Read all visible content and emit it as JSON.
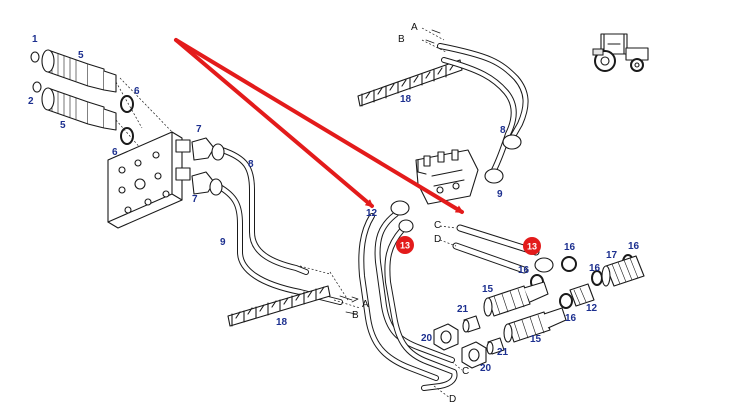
{
  "colors": {
    "callout_red": "#e31b1b",
    "label_blue": "#1c2f8f",
    "line": "#1a1a1a"
  },
  "icons": {
    "tractor": "tractor-icon"
  },
  "labels": {
    "n1": "1",
    "n2": "2",
    "n5a": "5",
    "n5b": "5",
    "n6a": "6",
    "n6b": "6",
    "n7a": "7",
    "n7b": "7",
    "n8a": "8",
    "n8b": "8",
    "n9a": "9",
    "n9b": "9",
    "n12a": "12",
    "n12b": "12",
    "n13a": "13",
    "n13b": "13",
    "n15a": "15",
    "n15b": "15",
    "n16a": "16",
    "n16b": "16",
    "n16c": "16",
    "n16d": "16",
    "n16e": "16",
    "n17": "17",
    "n18a": "18",
    "n18b": "18",
    "n20a": "20",
    "n20b": "20",
    "n21a": "21",
    "n21b": "21",
    "la1": "A",
    "lb1": "B",
    "la2": "A",
    "lb2": "B",
    "lc1": "C",
    "ld1": "D",
    "lc2": "C",
    "ld2": "D"
  }
}
